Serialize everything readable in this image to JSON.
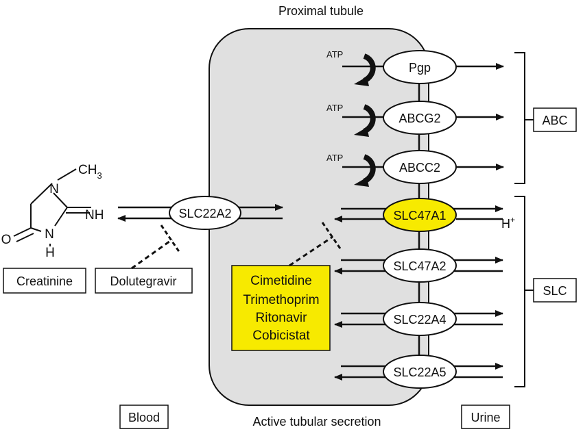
{
  "title": "Proximal tubule",
  "footer": "Active tubular secretion",
  "compartments": {
    "blood": "Blood",
    "urine": "Urine"
  },
  "molecule": {
    "methyl": "CH",
    "methyl_sub": "3",
    "n1": "N",
    "nh_imine": "NH",
    "o": "O",
    "n3": "N",
    "h": "H"
  },
  "boxes": {
    "creatinine": "Creatinine",
    "dolutegravir": "Dolutegravir",
    "abc": "ABC",
    "slc": "SLC"
  },
  "atp": "ATP",
  "basolateral_transporter": "SLC22A2",
  "apical_transporters": [
    "Pgp",
    "ABCG2",
    "ABCC2",
    "SLC47A1",
    "SLC47A2",
    "SLC22A4",
    "SLC22A5"
  ],
  "proton": {
    "base": "H",
    "sup": "+"
  },
  "inhibitors": [
    "Cimetidine",
    "Trimethoprim",
    "Ritonavir",
    "Cobicistat"
  ],
  "colors": {
    "cell": "#e0e0e0",
    "highlight": "#f7ea00",
    "line": "#111111"
  }
}
